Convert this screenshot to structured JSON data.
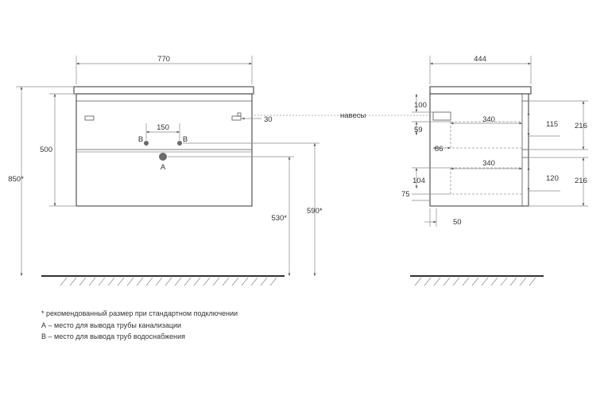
{
  "colors": {
    "line": "#555555",
    "thin": "#8a8a8a",
    "dashed": "#9a9a9a",
    "ground": "#333333",
    "pipe": "#6b6b6b"
  },
  "front": {
    "width": "770",
    "height": "500",
    "total_height": "850*",
    "pipe_spacing": "150",
    "hinge_offset": "30",
    "pipe_b_label": "B",
    "pipe_a_label": "A",
    "height_a": "530*",
    "height_b": "590*"
  },
  "hinges_label": "навесы",
  "side": {
    "depth": "444",
    "top_offset": "100",
    "offset_59": "59",
    "drawer_depth_upper": "340",
    "drawer_depth_lower": "340",
    "inner_height_upper": "115",
    "inner_height_lower": "120",
    "drawer_height_upper": "216",
    "drawer_height_lower": "216",
    "offset_86": "86",
    "offset_104": "104",
    "offset_75": "75",
    "bottom_offset": "50"
  },
  "notes": [
    "* рекомендованный размер при стандартном подключении",
    "А – место для вывода трубы канализации",
    "В – место для вывода труб водоснабжения"
  ]
}
